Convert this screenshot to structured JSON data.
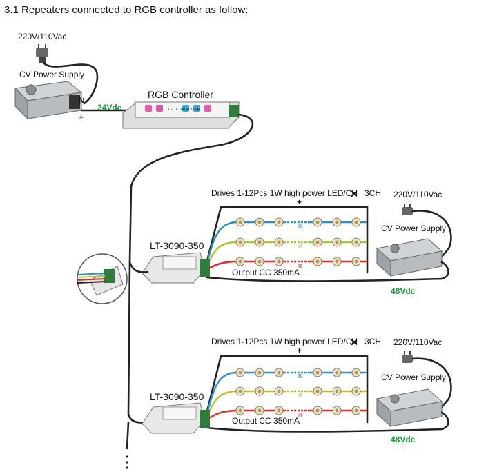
{
  "title": "3.1  Repeaters connected to RGB controller as follow:",
  "mains_label": "220V/110Vac",
  "power_supply_label": "CV Power Supply",
  "controller_label": "RGB Controller",
  "controller_voltage": "24Vdc",
  "controller_panel_text": "LED CONTROLLER",
  "repeaters": [
    {
      "model": "LT-3090-350",
      "drives_text": "Drives 1-12Pcs 1W high power LED/CH",
      "channels_text": "3CH",
      "output_text": "Output  CC  350mA",
      "mains_label": "220V/110Vac",
      "power_supply_label": "CV Power Supply",
      "voltage": "48Vdc",
      "channel_markers": [
        "B",
        "G",
        "R"
      ]
    },
    {
      "model": "LT-3090-350",
      "drives_text": "Drives 1-12Pcs 1W high power LED/CH",
      "channels_text": "3CH",
      "output_text": "Output  CC  350mA",
      "mains_label": "220V/110Vac",
      "power_supply_label": "CV Power Supply",
      "voltage": "48Vdc",
      "channel_markers": [
        "B",
        "G",
        "R"
      ]
    }
  ],
  "colors": {
    "green_label": "#1a9a3a",
    "wire_blue": "#2a8fd8",
    "wire_green": "#a9c92a",
    "wire_red": "#e02828",
    "wire_black": "#222222"
  }
}
